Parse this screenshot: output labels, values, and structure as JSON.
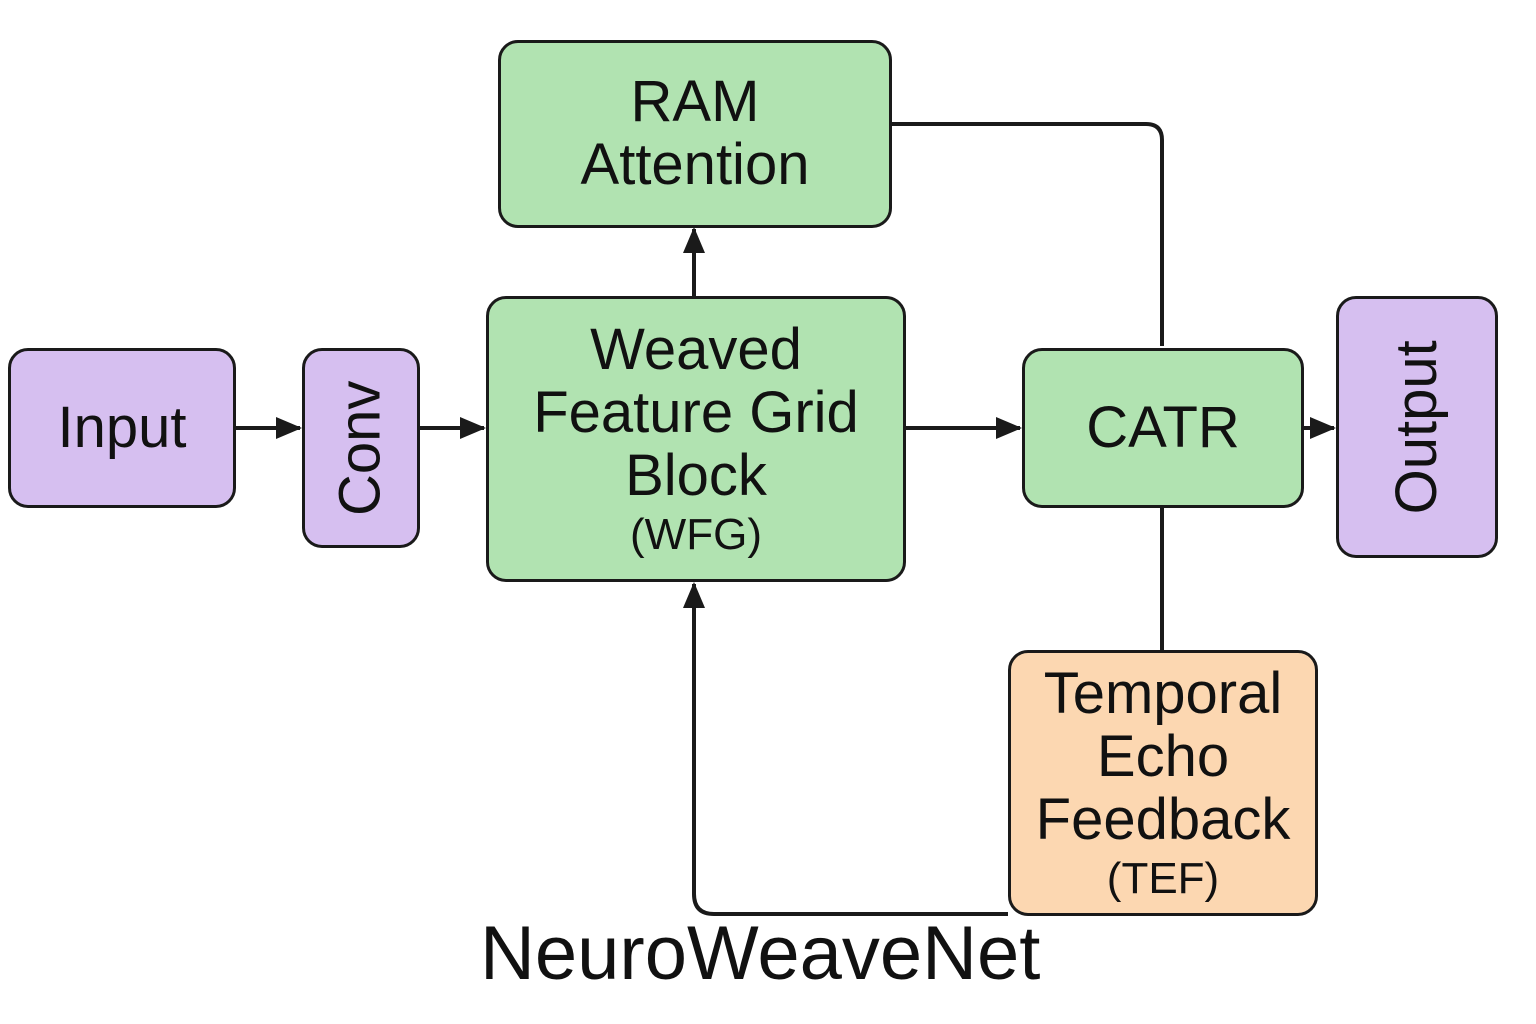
{
  "diagram": {
    "title": "NeuroWeaveNet",
    "colors": {
      "io_fill": "#d6bff0",
      "block_fill": "#b1e3b1",
      "feedback_fill": "#fcd7b1",
      "stroke": "#1a1a1a"
    },
    "nodes": {
      "input": {
        "label": "Input"
      },
      "conv": {
        "label": "Conv"
      },
      "wfg": {
        "lines": [
          "Weaved",
          "Feature Grid",
          "Block"
        ],
        "abbr": "(WFG)"
      },
      "ram": {
        "lines": [
          "RAM",
          "Attention"
        ]
      },
      "catr": {
        "label": "CATR"
      },
      "output": {
        "label": "Output"
      },
      "tef": {
        "lines": [
          "Temporal",
          "Echo",
          "Feedback"
        ],
        "abbr": "(TEF)"
      }
    },
    "edges": [
      {
        "from": "input",
        "to": "conv"
      },
      {
        "from": "conv",
        "to": "wfg"
      },
      {
        "from": "wfg",
        "to": "ram"
      },
      {
        "from": "wfg",
        "to": "catr"
      },
      {
        "from": "ram",
        "to": "catr"
      },
      {
        "from": "catr",
        "to": "output"
      },
      {
        "from": "catr",
        "to": "tef"
      },
      {
        "from": "tef",
        "to": "wfg"
      }
    ]
  }
}
